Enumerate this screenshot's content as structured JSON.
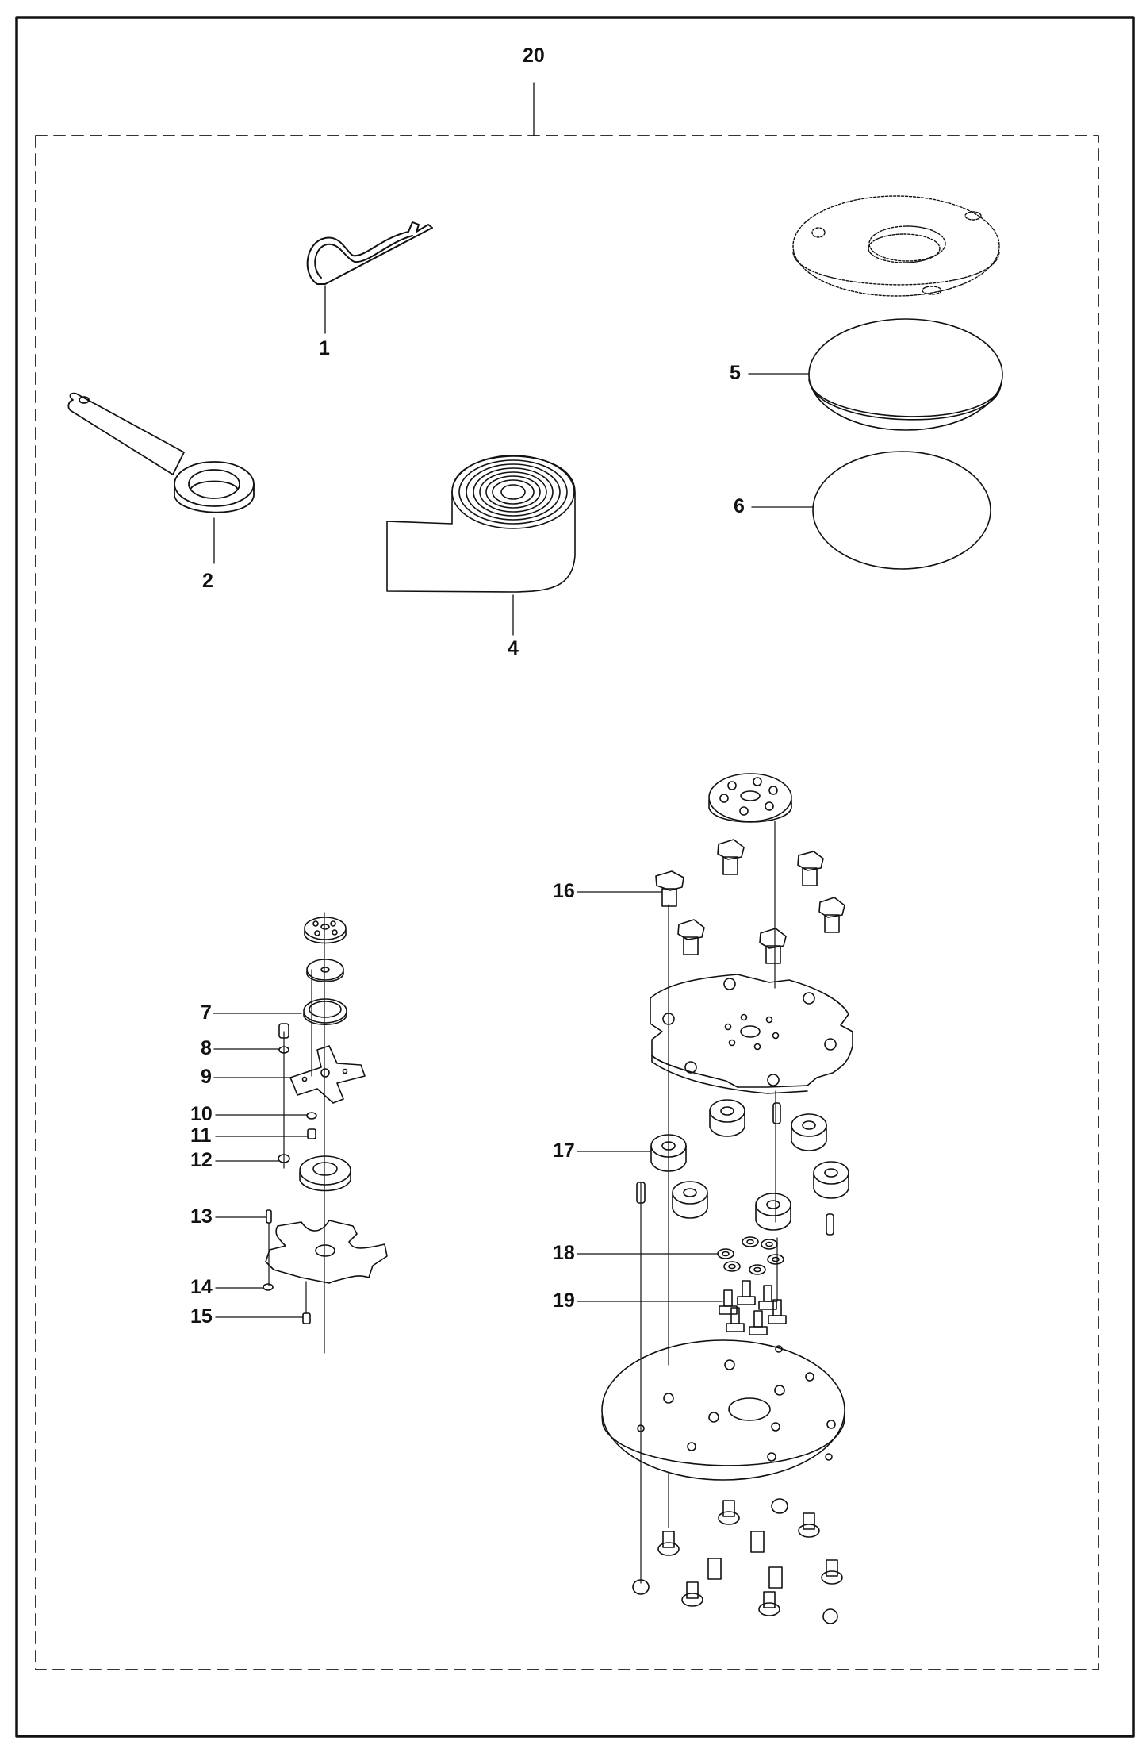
{
  "diagram": {
    "type": "exploded-parts-view",
    "kit_callout": {
      "number": "20",
      "description": "kit boundary (dashed frame)"
    },
    "callouts": [
      {
        "number": "1",
        "part": "hairpin cotter pin"
      },
      {
        "number": "2",
        "part": "eye pin"
      },
      {
        "number": "4",
        "part": "tape roll"
      },
      {
        "number": "5",
        "part": "disc pad"
      },
      {
        "number": "6",
        "part": "disc sheet"
      },
      {
        "number": "7",
        "part": "ring gasket"
      },
      {
        "number": "8",
        "part": "washer"
      },
      {
        "number": "9",
        "part": "star plate"
      },
      {
        "number": "10",
        "part": "nut"
      },
      {
        "number": "11",
        "part": "screw"
      },
      {
        "number": "12",
        "part": "nut"
      },
      {
        "number": "13",
        "part": "screw"
      },
      {
        "number": "14",
        "part": "nut"
      },
      {
        "number": "15",
        "part": "screw"
      },
      {
        "number": "16",
        "part": "T-bolt"
      },
      {
        "number": "17",
        "part": "rubber spacer"
      },
      {
        "number": "18",
        "part": "washer"
      },
      {
        "number": "19",
        "part": "hex bolt"
      }
    ]
  },
  "colors": {
    "line": "#111111",
    "background": "#ffffff",
    "dash": "#333333"
  }
}
